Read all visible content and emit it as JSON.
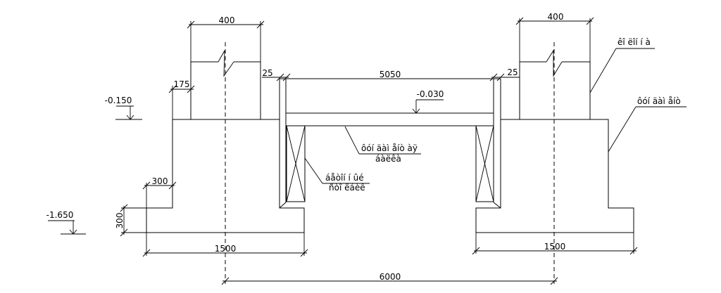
{
  "dimensions": {
    "left_column_width": "400",
    "right_column_width": "400",
    "left_offset": "175",
    "left_gap": "25",
    "right_gap": "25",
    "span": "5050",
    "left_step": "300",
    "left_step_height": "300",
    "left_footing": "1500",
    "right_footing": "1500",
    "total": "6000"
  },
  "levels": {
    "left_top": "-0.150",
    "left_bottom": "-1.650",
    "slab": "-0.030"
  },
  "labels": {
    "column": "êî ëîí í à",
    "foundation": "ôóí äàì åíò",
    "beam_line1": "ôóí äàì åíò àÿ",
    "beam_line2": "áàëêà",
    "block_line1": "áåòîí í ûé",
    "block_line2": "ñòî ëáèê"
  }
}
